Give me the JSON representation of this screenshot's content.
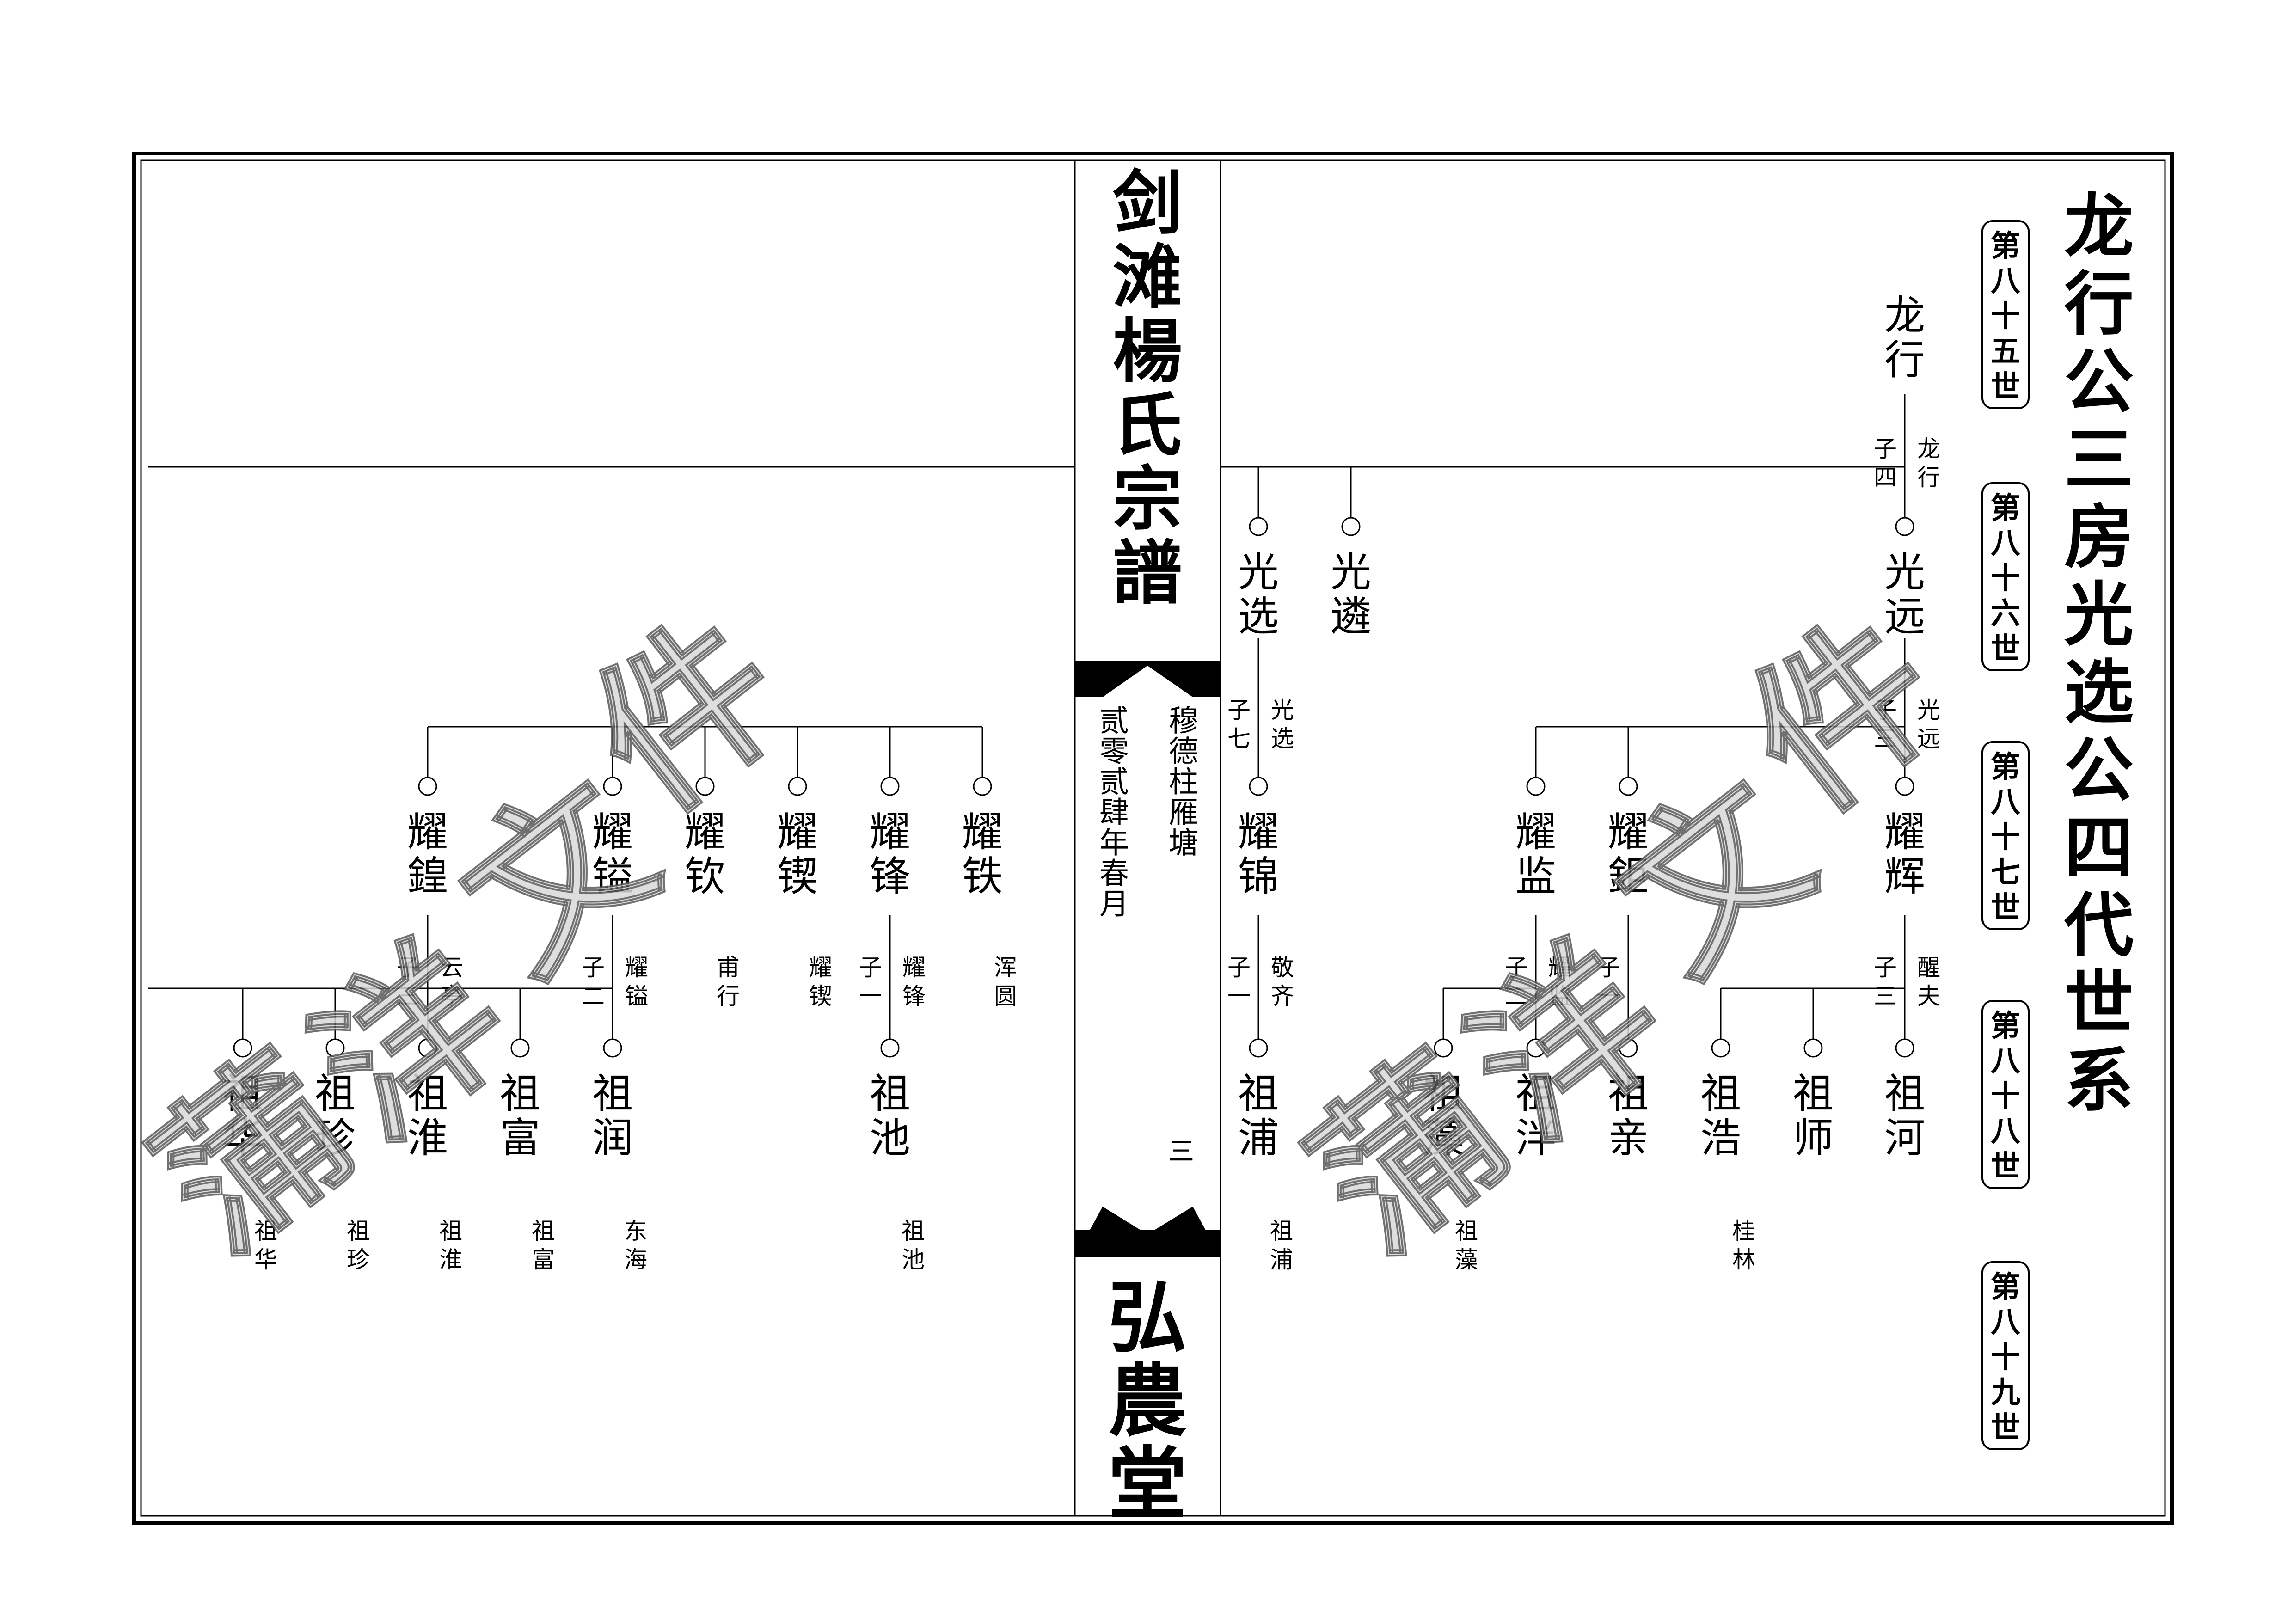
{
  "title": "龙行公三房光选公四代世系",
  "book": {
    "name": "剑滩楊氏宗譜",
    "hall": "弘農堂",
    "compiler": "穆德柱雁塘",
    "date": "贰零贰肆年春月",
    "page": "三"
  },
  "generations": [
    "第八十五世",
    "第八十六世",
    "第八十七世",
    "第八十八世",
    "第八十九世"
  ],
  "watermark": "蒲洋文件",
  "right_page": {
    "root": {
      "name": "龙行",
      "note_a": "子四",
      "note_b": "龙行"
    },
    "gen86": [
      "光远",
      "光遴",
      "光选"
    ],
    "guangyuan_note": {
      "a": "子三",
      "b": "光远"
    },
    "guangxuan_note": {
      "a": "子七",
      "b": "光选"
    },
    "gen87": [
      "耀辉",
      "耀鉅",
      "耀监",
      "耀锦"
    ],
    "yaohui_note": {
      "a": "子三",
      "b": "醒夫"
    },
    "yaoju_note": {
      "a": "子一",
      "b": ""
    },
    "yaojian_note": {
      "a": "子二",
      "b": "耀监"
    },
    "yaojin_note": {
      "a": "子一",
      "b": "敬齐"
    },
    "gen88": [
      "祖河",
      "祖师",
      "祖浩",
      "祖亲",
      "祖泮",
      "祖藻",
      "祖浦"
    ],
    "notes89": [
      "桂林",
      "祖藻",
      "祖浦"
    ]
  },
  "left_page": {
    "gen87": [
      "耀铁",
      "耀锋",
      "耀锲",
      "耀钦",
      "耀镒",
      "耀鍠"
    ],
    "notes87": {
      "tie": "浑圆",
      "feng": {
        "a": "子一",
        "b": "耀锋"
      },
      "qi": "耀锲",
      "qin": "甫行",
      "yi": {
        "a": "子二",
        "b": "耀镒"
      },
      "huang": {
        "a": "子三",
        "b": "云亭"
      }
    },
    "gen88": [
      "祖池",
      "祖润",
      "祖富",
      "祖淮",
      "祖珍",
      "祖华"
    ],
    "notes89": [
      "祖池",
      "东海",
      "祖富",
      "祖淮",
      "祖珍",
      "祖华"
    ]
  }
}
